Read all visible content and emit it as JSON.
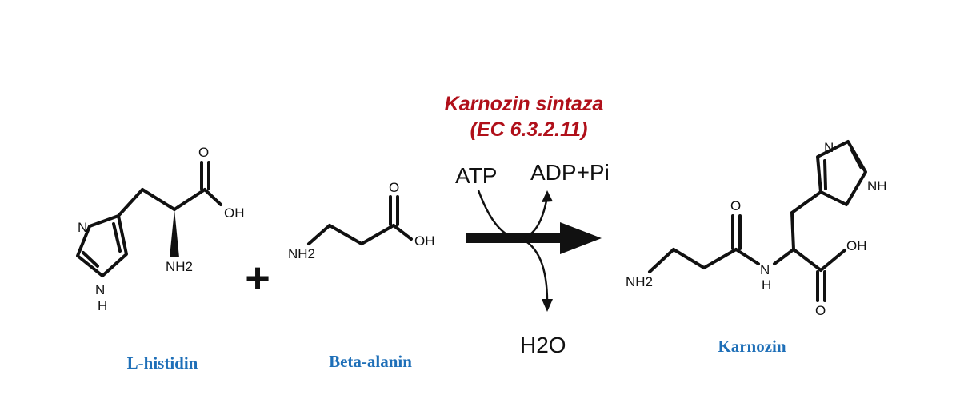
{
  "enzyme": {
    "name": "Karnozin sintaza",
    "ec": "(EC 6.3.2.11)",
    "color": "#b0101a"
  },
  "reaction": {
    "inputs": [
      "ATP"
    ],
    "outputs_top": "ADP+Pi",
    "output_bottom": "H2O",
    "plus_sign": "+"
  },
  "molecules": [
    {
      "id": "l-histidin",
      "name": "L-histidin",
      "atoms": [
        "O",
        "OH",
        "NH2",
        "N",
        "N",
        "H"
      ]
    },
    {
      "id": "beta-alanin",
      "name": "Beta-alanin",
      "atoms": [
        "NH2",
        "O",
        "OH"
      ]
    },
    {
      "id": "karnozin",
      "name": "Karnozin",
      "atoms": [
        "NH2",
        "O",
        "N",
        "H",
        "N",
        "NH",
        "OH",
        "O"
      ]
    }
  ],
  "name_color": "#1e6fb8"
}
